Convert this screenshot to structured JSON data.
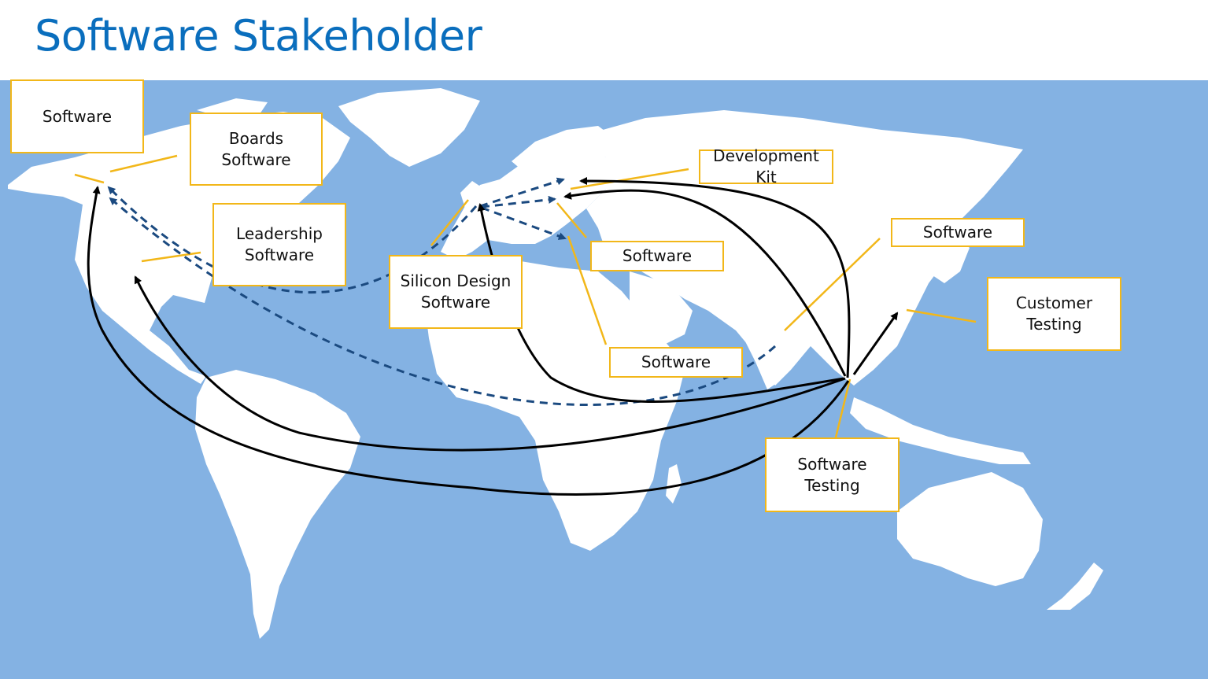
{
  "slide": {
    "title": "Software Stakeholder"
  },
  "colors": {
    "ocean": "#84b2e3",
    "land": "#ffffff",
    "accent_border": "#f2b719",
    "title": "#0a6ebd",
    "solid_arrow": "#000000",
    "dashed_arrow": "#1b4a80"
  },
  "labels": {
    "software_nw": "Software",
    "boards_software": "Boards\nSoftware",
    "leadership_software": "Leadership\nSoftware",
    "silicon_design_software": "Silicon Design\nSoftware",
    "development_kit": "Development\nKit",
    "software_europe": "Software",
    "software_africa": "Software",
    "software_asia": "Software",
    "customer_testing": "Customer\nTesting",
    "software_testing": "Software\nTesting"
  },
  "flows": {
    "solid": "solid black arrows from Software Testing hub",
    "dashed": "dashed blue arrows"
  }
}
